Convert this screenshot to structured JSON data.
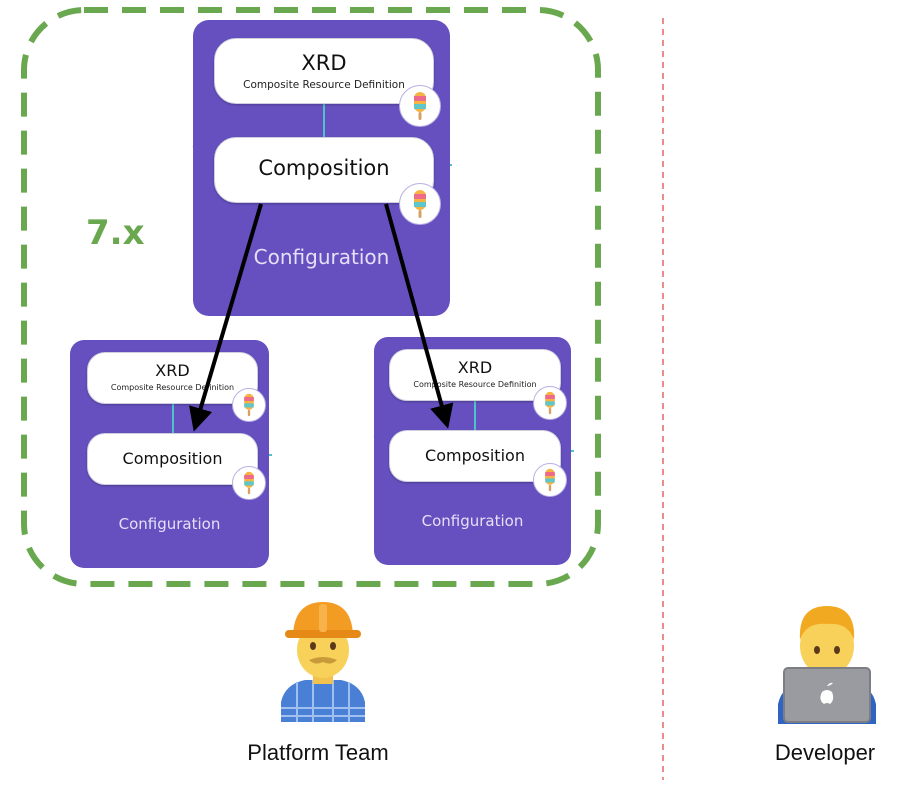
{
  "version_label": "7.x",
  "top_card": {
    "xrd_title": "XRD",
    "xrd_subtitle": "Composite Resource Definition",
    "composition": "Composition",
    "configuration": "Configuration"
  },
  "left_card": {
    "xrd_title": "XRD",
    "xrd_subtitle": "Composite Resource Definition",
    "composition": "Composition",
    "configuration": "Configuration"
  },
  "right_card": {
    "xrd_title": "XRD",
    "xrd_subtitle": "Composite Resource Definition",
    "composition": "Composition",
    "configuration": "Configuration"
  },
  "platform_team_label": "Platform Team",
  "developer_label": "Developer",
  "colors": {
    "card": "#6650c0",
    "dashed_border": "#6aa84f",
    "divider": "#e06666",
    "connector": "#4fc3c9"
  },
  "icons": [
    "popsicle-icon",
    "construction-worker-icon",
    "developer-laptop-icon"
  ]
}
